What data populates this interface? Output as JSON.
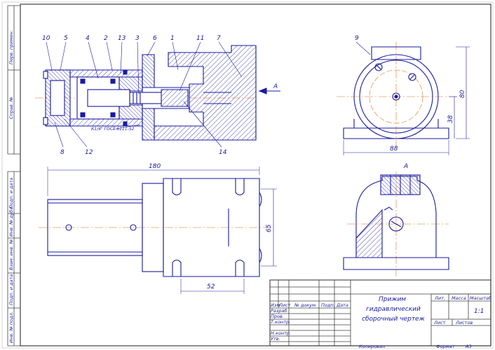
{
  "colors": {
    "line": "#1a1aa0",
    "frame": "#404040",
    "hatch": "#1a1aa0",
    "axis": "#e07020",
    "paper": "#ffffff"
  },
  "callouts": {
    "p10": "10",
    "p5": "5",
    "p4": "4",
    "p2": "2",
    "p13": "13",
    "p3": "3",
    "p6": "6",
    "p1": "1",
    "p11": "11",
    "p7": "7",
    "p9": "9",
    "p8": "8",
    "p12": "12",
    "p14": "14"
  },
  "view_letters": {
    "arrow_a": "A",
    "view_a": "A"
  },
  "thread_note": "К1/4\" ГОСТ 6111-52",
  "dimensions": {
    "d80": "80",
    "d38": "38",
    "d88": "88",
    "d180": "180",
    "d65": "65",
    "d52": "52"
  },
  "side_stamps": [
    "Перв. примен.",
    "Справ. №",
    "Подп. и дата",
    "Инв. № дубл.",
    "Взам. инв. №",
    "Подп. и дата",
    "Инв. № подл."
  ],
  "title_block": {
    "title_line1": "Прижим",
    "title_line2": "гидравлический",
    "title_line3": "сборочный чертеж",
    "col_izm": "Изм",
    "col_list": "Лист",
    "col_doc": "№ докум.",
    "col_podp": "Подп.",
    "col_date": "Дата",
    "row_razrab": "Разраб.",
    "row_prov": "Пров.",
    "row_tkontr": "Т.контр.",
    "row_nkontr": "Н.контр.",
    "row_utv": "Утв.",
    "lit": "Лит.",
    "massa": "Масса",
    "masshtab": "Масштаб",
    "scale_value": "1:1",
    "list_label": "Лист",
    "listov_label": "Листов",
    "kopiroval": "Копировал",
    "format": "Формат",
    "format_value": "А3"
  }
}
